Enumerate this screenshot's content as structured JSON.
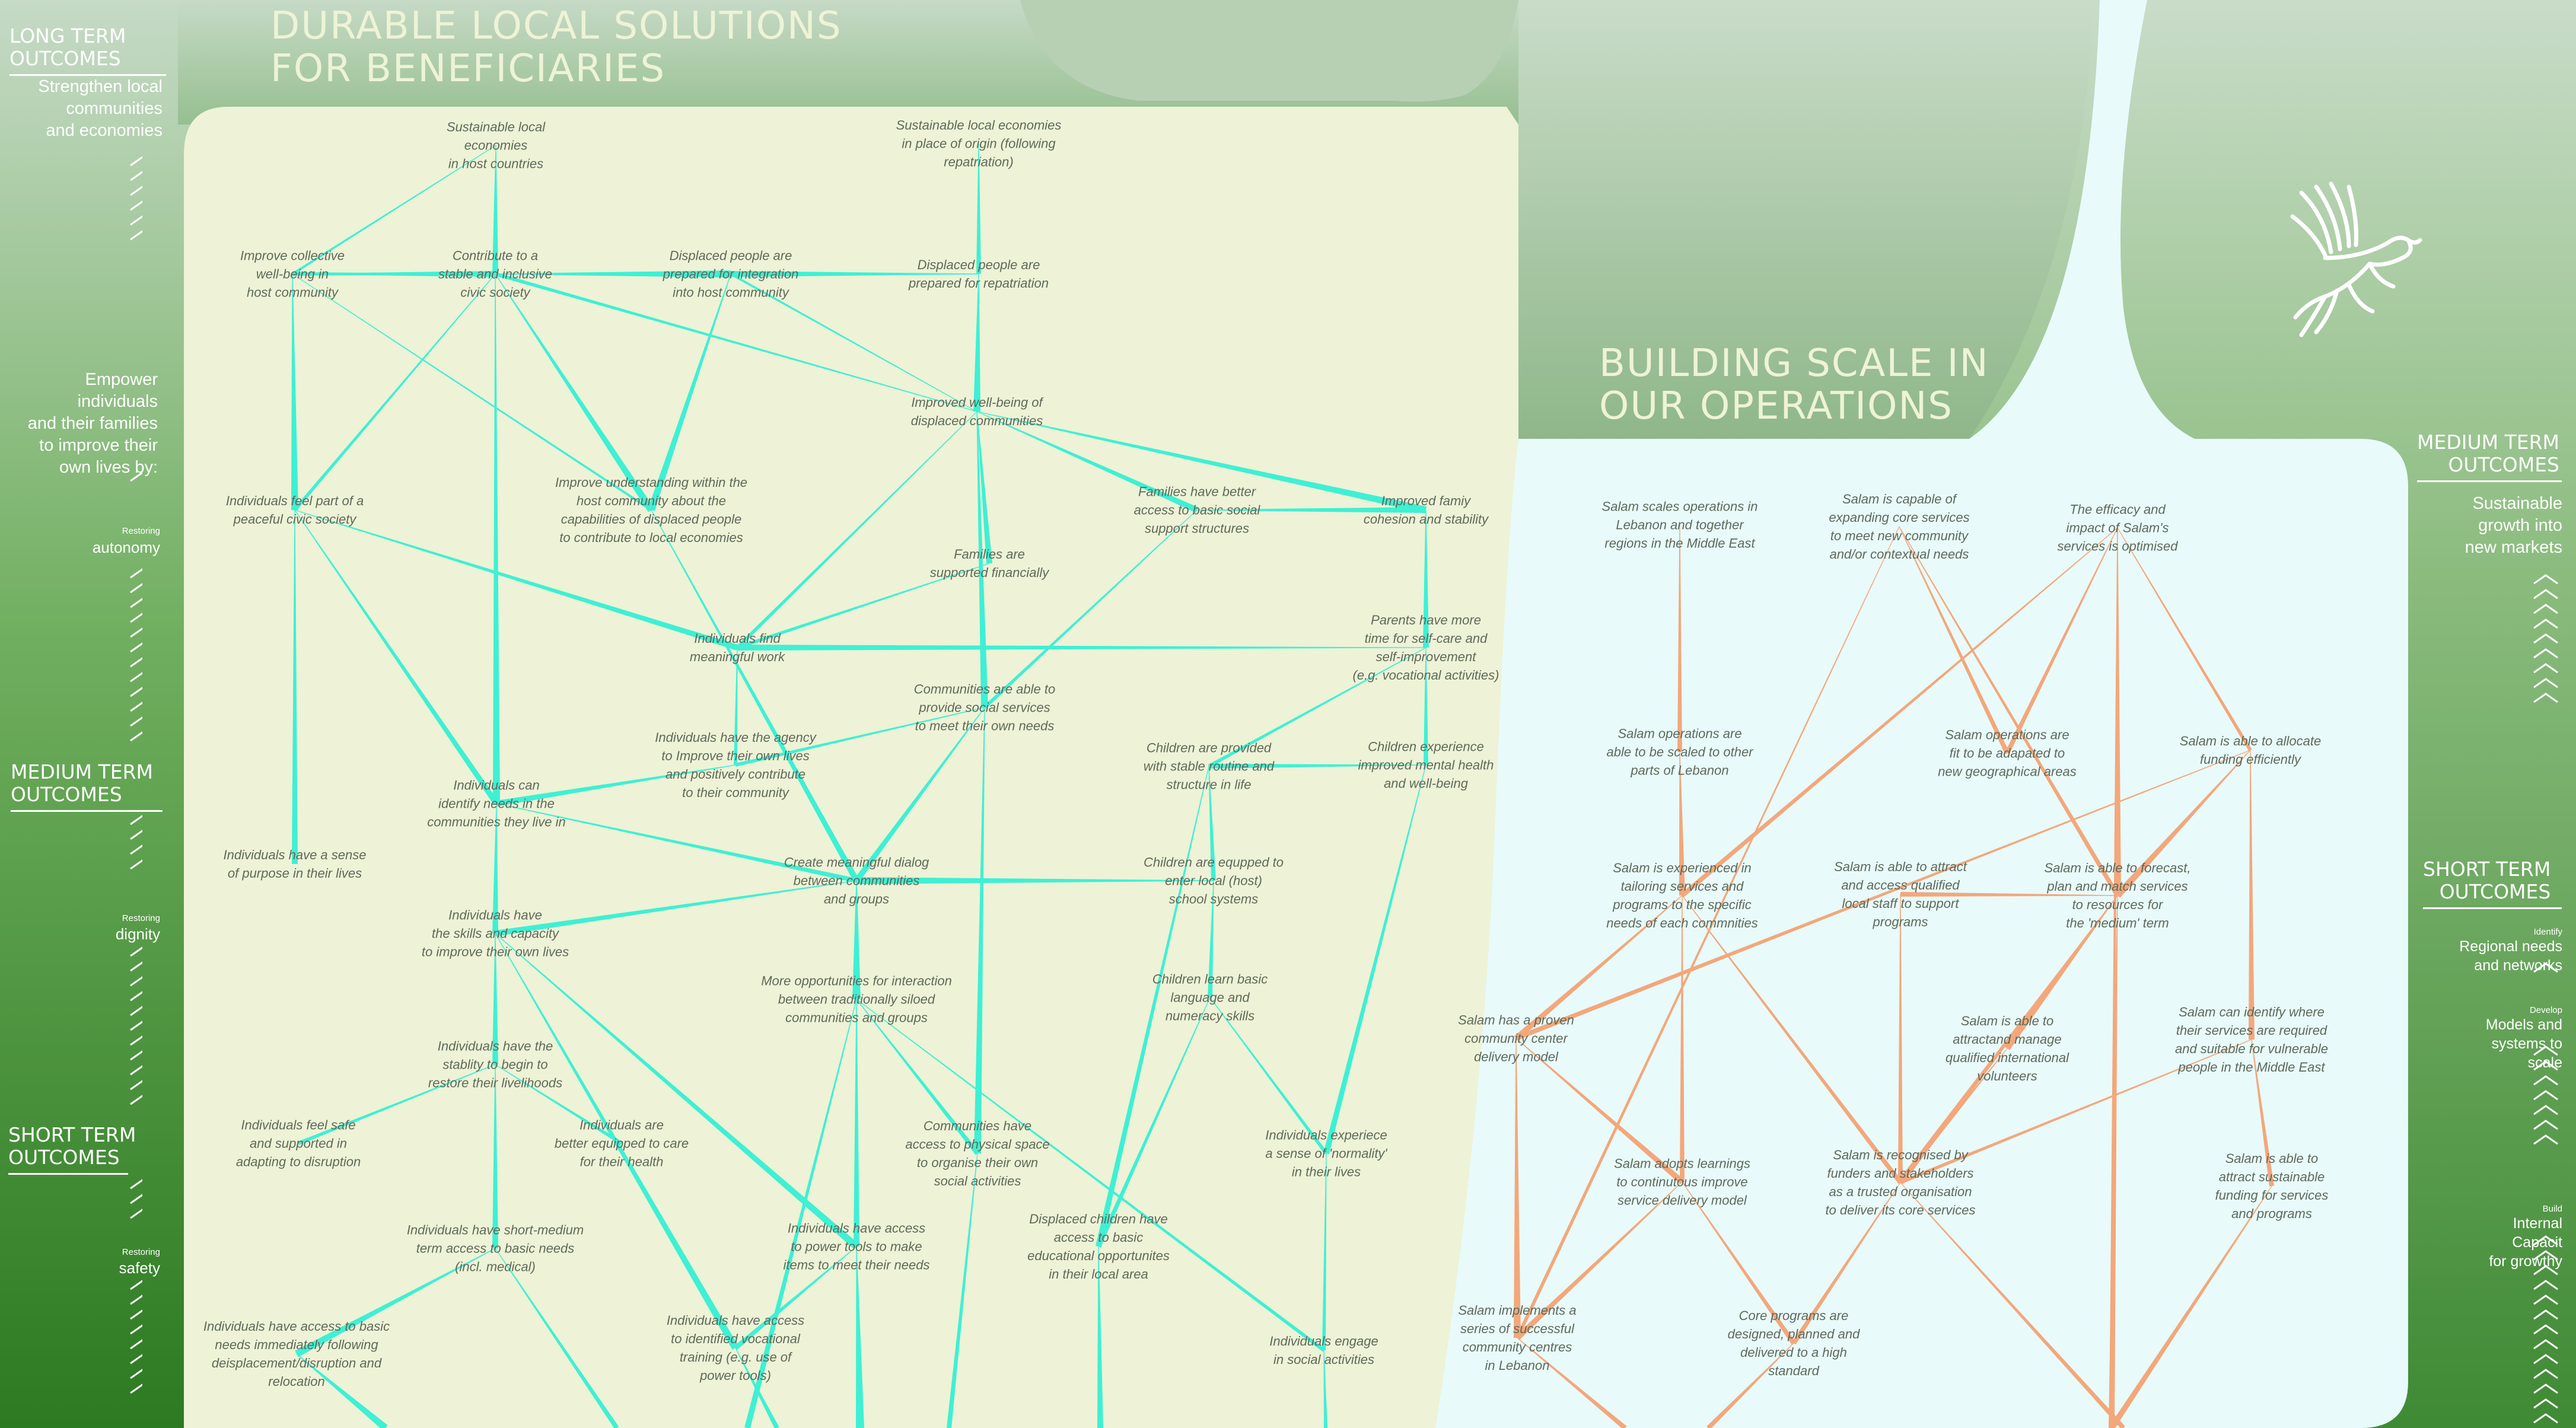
{
  "titles": {
    "beneficiaries": [
      "DURABLE LOCAL SOLUTIONS",
      "FOR BENEFICIARIES"
    ],
    "operations": [
      "BUILDING SCALE IN",
      "OUR OPERATIONS"
    ]
  },
  "colors": {
    "left_links": "#3ef0d4",
    "right_links": "#f3a77b",
    "panel_left": "#eef2d6",
    "panel_right": "#e8fafa",
    "green_dark": "#2f7a22",
    "green_light": "#c9dcc8"
  },
  "icons": {
    "logo": "dove-icon",
    "chevrons": "chevron-up-icon"
  },
  "left_sidebar": {
    "long_term": {
      "heading": [
        "LONG TERM",
        "OUTCOMES"
      ],
      "text": [
        "Strengthen local",
        "communities",
        "and economies"
      ]
    },
    "empower": [
      "Empower individuals",
      "and their families",
      "to improve their",
      "own lives by:"
    ],
    "restoring_autonomy": {
      "small": "Restoring",
      "label": "autonomy"
    },
    "medium_term": {
      "heading": [
        "MEDIUM TERM",
        "OUTCOMES"
      ]
    },
    "restoring_dignity": {
      "small": "Restoring",
      "label": "dignity"
    },
    "short_term": {
      "heading": [
        "SHORT TERM",
        "OUTCOMES"
      ]
    },
    "restoring_safety": {
      "small": "Restoring",
      "label": "safety"
    }
  },
  "right_sidebar": {
    "medium_term": {
      "heading": [
        "MEDIUM TERM",
        "OUTCOMES"
      ],
      "text": [
        "Sustainable",
        "growth into",
        "new markets"
      ]
    },
    "short_term": {
      "heading": [
        "SHORT TERM",
        "OUTCOMES"
      ]
    },
    "identify": {
      "small": "Identify",
      "label": [
        "Regional needs",
        "and networks"
      ]
    },
    "develop": {
      "small": "Develop",
      "label": [
        "Models and",
        "systems to",
        "scale"
      ]
    },
    "build": {
      "small": "Build",
      "label": [
        "Internal",
        "Capacit",
        "for growthy"
      ]
    }
  },
  "left_nodes": [
    {
      "id": "L1",
      "lines": [
        "Sustainable local",
        "economies",
        "in host countries"
      ]
    },
    {
      "id": "L2",
      "lines": [
        "Sustainable local economies",
        "in place of origin (following",
        "repatriation)"
      ]
    },
    {
      "id": "L3",
      "lines": [
        "Improve collective",
        "well-being in",
        "host community"
      ]
    },
    {
      "id": "L4",
      "lines": [
        "Contribute to a",
        "stable and inclusive",
        "civic society"
      ]
    },
    {
      "id": "L5",
      "lines": [
        "Displaced people are",
        "prepared for integration",
        "into host community"
      ]
    },
    {
      "id": "L6",
      "lines": [
        "Displaced people are",
        "prepared for repatriation"
      ]
    },
    {
      "id": "L7",
      "lines": [
        "Improved well-being of",
        "displaced communities"
      ]
    },
    {
      "id": "L8",
      "lines": [
        "Individuals feel part of a",
        "peaceful civic society"
      ]
    },
    {
      "id": "L9",
      "lines": [
        "Improve understanding within the",
        "host community about the",
        "capabilities of displaced people",
        "to contribute to local economies"
      ]
    },
    {
      "id": "L10",
      "lines": [
        "Families have better",
        "access to basic social",
        "support structures"
      ]
    },
    {
      "id": "L11",
      "lines": [
        "Improved famiy",
        "cohesion and stability"
      ]
    },
    {
      "id": "L12",
      "lines": [
        "Families are",
        "supported financially"
      ]
    },
    {
      "id": "L13",
      "lines": [
        "Individuals find",
        "meaningful work"
      ]
    },
    {
      "id": "L14",
      "lines": [
        "Parents have more",
        "time for self-care and",
        "self-improvement",
        "(e.g. vocational activities)"
      ]
    },
    {
      "id": "L15",
      "lines": [
        "Communities are able to",
        "provide social services",
        "to meet their own needs"
      ]
    },
    {
      "id": "L16",
      "lines": [
        "Individuals have the agency",
        "to Improve their own lives",
        "and positively contribute",
        "to their community"
      ]
    },
    {
      "id": "L17",
      "lines": [
        "Children are provided",
        "with stable routine and",
        "structure in life"
      ]
    },
    {
      "id": "L18",
      "lines": [
        "Children experience",
        "improved mental health",
        "and well-being"
      ]
    },
    {
      "id": "L19",
      "lines": [
        "Individuals can",
        "identify needs in the",
        "communities they live in"
      ]
    },
    {
      "id": "L20",
      "lines": [
        "Individuals have a sense",
        "of purpose in their lives"
      ]
    },
    {
      "id": "L21",
      "lines": [
        "Create meaningful dialog",
        "between communities",
        "and groups"
      ]
    },
    {
      "id": "L22",
      "lines": [
        "Children are equpped to",
        "enter local (host)",
        "school systems"
      ]
    },
    {
      "id": "L23",
      "lines": [
        "Individuals have",
        "the skills and capacity",
        "to improve their own lives"
      ]
    },
    {
      "id": "L24",
      "lines": [
        "More opportunities for interaction",
        "between traditionally siloed",
        "communities and groups"
      ]
    },
    {
      "id": "L25",
      "lines": [
        "Children learn basic",
        "language and",
        "numeracy skills"
      ]
    },
    {
      "id": "L26",
      "lines": [
        "Individuals have the",
        "stablity to begin to",
        "restore their livelihoods"
      ]
    },
    {
      "id": "L27",
      "lines": [
        "Individuals feel safe",
        "and supported in",
        "adapting to disruption"
      ]
    },
    {
      "id": "L28",
      "lines": [
        "Individuals are",
        "better equipped to care",
        "for their health"
      ]
    },
    {
      "id": "L29",
      "lines": [
        "Communities have",
        "access to physical space",
        "to organise their own",
        "social activities"
      ]
    },
    {
      "id": "L30",
      "lines": [
        "Individuals experiece",
        "a sense of 'normality'",
        "in their lives"
      ]
    },
    {
      "id": "L31",
      "lines": [
        "Individuals have short-medium",
        "term access to basic needs",
        "(incl. medical)"
      ]
    },
    {
      "id": "L32",
      "lines": [
        "Individuals have access",
        "to power tools to make",
        "items to meet their needs"
      ]
    },
    {
      "id": "L33",
      "lines": [
        "Displaced children have",
        "access to basic",
        "educational opportunites",
        "in their local area"
      ]
    },
    {
      "id": "L34",
      "lines": [
        "Individuals have access to basic",
        "needs immediately following",
        "deisplacement/disruption and",
        "relocation"
      ]
    },
    {
      "id": "L35",
      "lines": [
        "Individuals have access",
        "to identified vocational",
        "training (e.g. use of",
        "power tools)"
      ]
    },
    {
      "id": "L36",
      "lines": [
        "Individuals engage",
        "in social activities"
      ]
    }
  ],
  "right_nodes": [
    {
      "id": "R1",
      "lines": [
        "Salam scales operations in",
        "Lebanon and together",
        "regions in the Middle East"
      ]
    },
    {
      "id": "R2",
      "lines": [
        "Salam is capable of",
        "expanding core services",
        "to meet new community",
        "and/or contextual needs"
      ]
    },
    {
      "id": "R3",
      "lines": [
        "The efficacy and",
        "impact of Salam's",
        "services is optimised"
      ]
    },
    {
      "id": "R4",
      "lines": [
        "Salam operations are",
        "able to be scaled to other",
        "parts of Lebanon"
      ]
    },
    {
      "id": "R5",
      "lines": [
        "Salam operations are",
        "fit to be adapated to",
        "new geographical areas"
      ]
    },
    {
      "id": "R6",
      "lines": [
        "Salam is able to allocate",
        "funding efficiently"
      ]
    },
    {
      "id": "R7",
      "lines": [
        "Salam is experienced in",
        "tailoring services and",
        "programs to the specific",
        "needs of each commnities"
      ]
    },
    {
      "id": "R8",
      "lines": [
        "Salam is able to attract",
        "and access qualified",
        "local staff to support",
        "programs"
      ]
    },
    {
      "id": "R9",
      "lines": [
        "Salam is able to forecast,",
        "plan and match services",
        "to resources for",
        "the  'medium' term"
      ]
    },
    {
      "id": "R10",
      "lines": [
        "Salam has a proven",
        "community center",
        "delivery model"
      ]
    },
    {
      "id": "R11",
      "lines": [
        "Salam is able to",
        "attractand manage",
        "qualified international",
        "volunteers"
      ]
    },
    {
      "id": "R12",
      "lines": [
        "Salam can identify where",
        "their services are required",
        "and suitable for vulnerable",
        "people in the Middle East"
      ]
    },
    {
      "id": "R13",
      "lines": [
        "Salam adopts learnings",
        "to continutous improve",
        "service delivery model"
      ]
    },
    {
      "id": "R14",
      "lines": [
        "Salam is recognised by",
        "funders and stakeholders",
        "as a trusted organisation",
        "to deliver its core services"
      ]
    },
    {
      "id": "R15",
      "lines": [
        "Salam is able to",
        "attract sustainable",
        "funding for services",
        "and programs"
      ]
    },
    {
      "id": "R16",
      "lines": [
        "Salam implements a",
        "series of successful",
        "community centres",
        "in Lebanon"
      ]
    },
    {
      "id": "R17",
      "lines": [
        "Core programs are",
        "designed, planned and",
        "delivered to a high",
        "standard"
      ]
    }
  ]
}
